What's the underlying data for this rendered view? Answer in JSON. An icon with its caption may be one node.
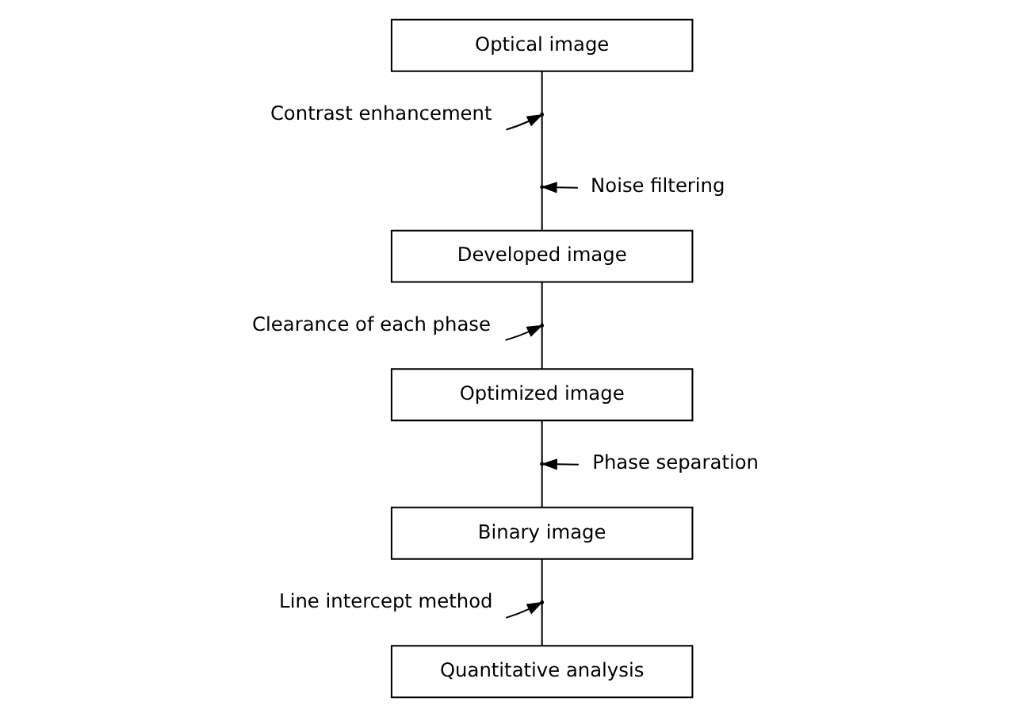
{
  "diagram": {
    "nodes": [
      {
        "text": [
          "Optical image"
        ]
      },
      {
        "text": [
          "Developed image"
        ]
      },
      {
        "text": [
          "Optimized image"
        ]
      },
      {
        "text": [
          "Binary image"
        ]
      },
      {
        "text": [
          "Quantitative analysis"
        ]
      },
      {
        "text": [
          "Contrast enhancement"
        ]
      },
      {
        "text": [
          "Noise filtering"
        ]
      },
      {
        "text": [
          "Clearance of each phase"
        ]
      },
      {
        "text": [
          "Phase separation"
        ]
      },
      {
        "text": [
          "Line intercept method"
        ]
      }
    ],
    "edges": [
      {
        "from": 0,
        "to": 1,
        "arrow": "none"
      },
      {
        "from": 1,
        "to": 2,
        "arrow": "none"
      },
      {
        "from": 2,
        "to": 3,
        "arrow": "none"
      },
      {
        "from": 3,
        "to": 4,
        "arrow": "none"
      },
      {
        "from": 5,
        "to": null,
        "arrow": "to"
      },
      {
        "from": 6,
        "to": null,
        "arrow": "to"
      },
      {
        "from": 7,
        "to": null,
        "arrow": "to"
      },
      {
        "from": 8,
        "to": null,
        "arrow": "to"
      },
      {
        "from": 9,
        "to": null,
        "arrow": "to"
      }
    ]
  }
}
